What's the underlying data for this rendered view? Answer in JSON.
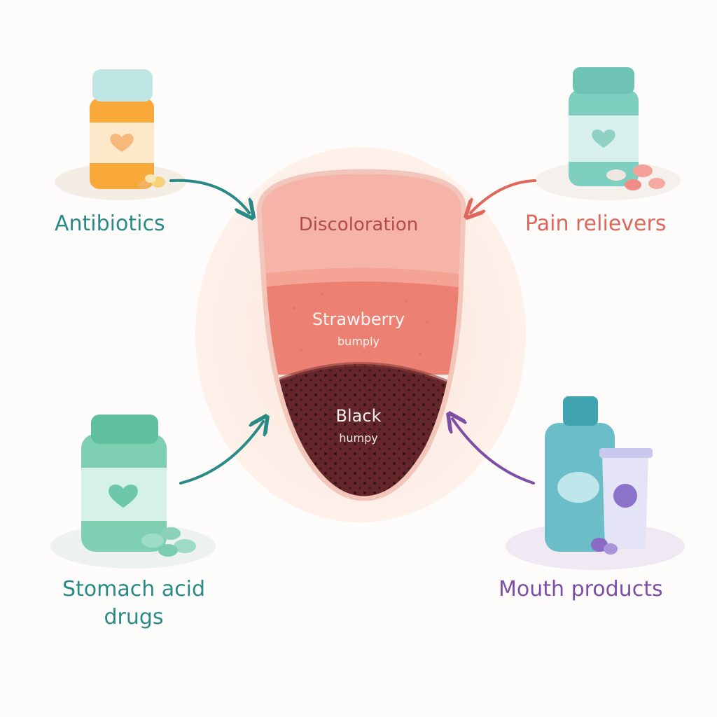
{
  "tongue": {
    "zones": [
      {
        "title": "Discoloration",
        "subtitle": ""
      },
      {
        "title": "Strawberry",
        "subtitle": "bumply"
      },
      {
        "title": "Black",
        "subtitle": "humpy"
      }
    ]
  },
  "medications": [
    {
      "label": "Antibiotics",
      "color": "#2a8a86"
    },
    {
      "label": "Pain relievers",
      "color": "#e0675c"
    },
    {
      "label": "Stomach acid drugs",
      "color": "#2a8a86"
    },
    {
      "label": "Mouth products",
      "color": "#7c4ea6"
    }
  ]
}
